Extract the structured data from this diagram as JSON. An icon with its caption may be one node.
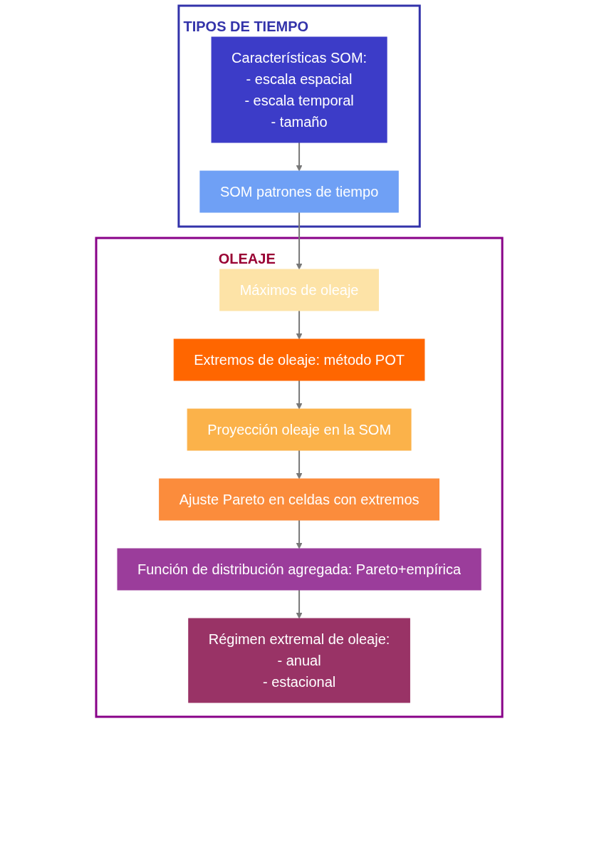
{
  "diagram": {
    "nodes": [
      {
        "text": [
          "TIPOS DE TIEMPO"
        ]
      },
      {
        "text": [
          "Características SOM:",
          "- escala espacial",
          "- escala temporal",
          "- tamaño"
        ],
        "in": 0
      },
      {
        "text": [
          "SOM patrones de tiempo"
        ],
        "in": 0
      },
      {
        "text": [
          "OLEAJE"
        ]
      },
      {
        "text": [
          "Máximos de oleaje"
        ],
        "in": 3
      },
      {
        "text": [
          "Extremos de oleaje: método POT"
        ],
        "in": 3
      },
      {
        "text": [
          "Proyección oleaje en la SOM"
        ],
        "in": 3
      },
      {
        "text": [
          "Ajuste Pareto en celdas con extremos"
        ],
        "in": 3
      },
      {
        "text": [
          "Función de distribución agregada: Pareto+empírica"
        ],
        "in": 3
      },
      {
        "text": [
          "Régimen extremal de oleaje:",
          "- anual",
          "- estacional"
        ],
        "in": 3
      }
    ],
    "edges": [
      {
        "from": 1,
        "to": 2,
        "arrow": "to"
      },
      {
        "from": 2,
        "to": 4,
        "arrow": "to"
      },
      {
        "from": 4,
        "to": 5,
        "arrow": "to"
      },
      {
        "from": 5,
        "to": 6,
        "arrow": "to"
      },
      {
        "from": 6,
        "to": 7,
        "arrow": "to"
      },
      {
        "from": 7,
        "to": 8,
        "arrow": "to"
      },
      {
        "from": 8,
        "to": 9,
        "arrow": "to"
      }
    ]
  }
}
